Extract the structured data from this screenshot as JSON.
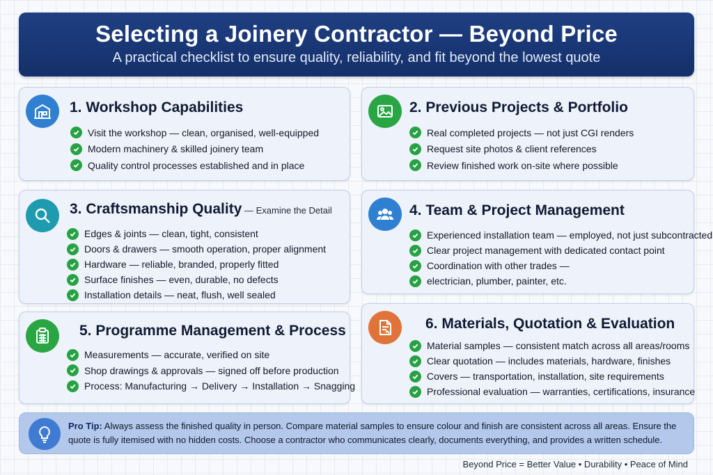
{
  "header": {
    "title": "Selecting a Joinery Contractor — Beyond Price",
    "subtitle": "A practical checklist to ensure quality, reliability, and fit beyond the lowest quote"
  },
  "colors": {
    "header_bg": "#1a3a7a",
    "check_green": "#26a244",
    "icon_blue": "#2f80d1",
    "icon_green": "#2aa544",
    "icon_teal": "#1f9bb0",
    "icon_orange": "#e0733a",
    "tip_bg": "#b3c8ea"
  },
  "sections": [
    {
      "title": "1. Workshop Capabilities",
      "icon": "workshop-icon",
      "items": [
        "Visit the workshop — clean, organised, well-equipped",
        "Modern machinery & skilled joinery team",
        "Quality control processes established and in place"
      ]
    },
    {
      "title": "2. Previous Projects & Portfolio",
      "icon": "photo-icon",
      "items": [
        "Real completed projects — not just CGI renders",
        "Request site photos & client references",
        "Review finished work on-site where possible"
      ]
    },
    {
      "title": "3. Craftsmanship Quality",
      "subtitle": " — Examine the Detail",
      "icon": "magnifier-icon",
      "items": [
        "Edges & joints — clean, tight, consistent",
        "Doors & drawers — smooth operation, proper alignment",
        "Hardware — reliable, branded, properly fitted",
        "Surface finishes — even, durable, no defects",
        "Installation details — neat, flush, well sealed"
      ]
    },
    {
      "title": "4. Team & Project Management",
      "icon": "team-icon",
      "items": [
        "Experienced installation team — employed, not just subcontracted",
        "Clear project management with dedicated contact point",
        "Coordination with other trades —",
        "electrician, plumber, painter, etc."
      ]
    },
    {
      "title": "5. Programme Management & Process",
      "icon": "clipboard-calendar-icon",
      "items": [
        "Measurements — accurate, verified on site",
        "Shop drawings & approvals — signed off before production",
        "Process: Manufacturing → Delivery → Installation → Snagging"
      ]
    },
    {
      "title": "6. Materials, Quotation & Evaluation",
      "icon": "document-icon",
      "items": [
        "Material samples — consistent match across all areas/rooms",
        "Clear quotation — includes materials, hardware, finishes",
        "Covers — transportation, installation, site requirements",
        "Professional evaluation — warranties, certifications, insurance"
      ]
    }
  ],
  "tip": {
    "label": "Pro Tip:",
    "text": " Always assess the finished quality in person. Compare material samples to ensure colour and finish are consistent across all areas. Ensure the quote is fully itemised with no hidden costs. Choose a contractor who communicates clearly, documents everything, and provides a written schedule."
  },
  "footer": "Beyond Price = Better Value • Durability • Peace of Mind"
}
